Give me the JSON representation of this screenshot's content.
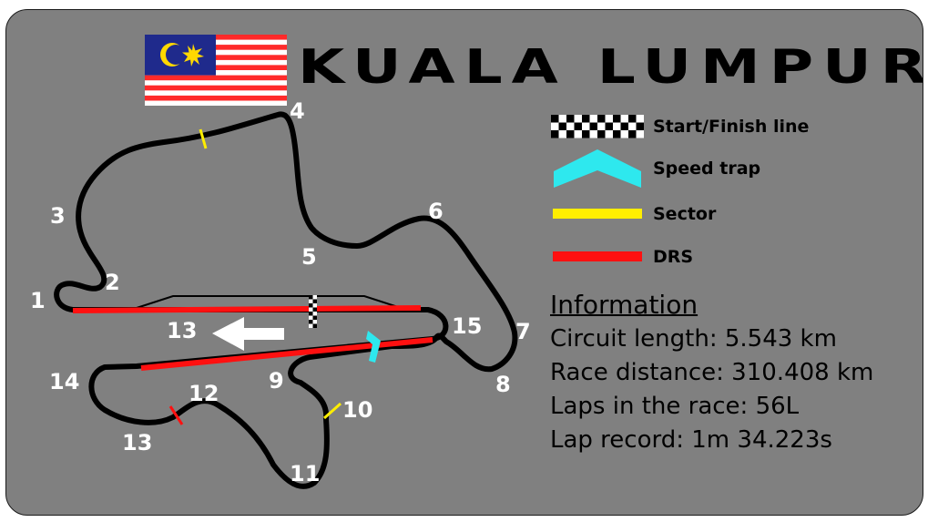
{
  "title": "KUALA LUMPUR",
  "flag": {
    "name": "malaysia-flag-icon",
    "colors": {
      "red": "#ff2a2a",
      "white": "#ffffff",
      "blue": "#1f2a8c",
      "yellow": "#ffd800"
    }
  },
  "legend": [
    {
      "icon": "checkered-flag-icon",
      "label": "Start/Finish line"
    },
    {
      "icon": "speed-trap-icon",
      "label": "Speed trap",
      "color": "#2ee8ee"
    },
    {
      "icon": "sector-line-icon",
      "label": "Sector",
      "color": "#ffee00"
    },
    {
      "icon": "drs-line-icon",
      "label": "DRS",
      "color": "#ff1010"
    }
  ],
  "info": {
    "heading": "Information",
    "lines": [
      "Circuit length: 5.543 km",
      "Race distance: 310.408 km",
      "Laps in the race: 56L",
      "Lap record: 1m 34.223s"
    ]
  },
  "turns": [
    "1",
    "2",
    "3",
    "4",
    "5",
    "6",
    "7",
    "8",
    "9",
    "10",
    "11",
    "12",
    "13",
    "14",
    "15",
    "13"
  ],
  "colors": {
    "background": "#808080",
    "track": "#000000",
    "drs": "#ff1010",
    "sector": "#ffee00",
    "speed_trap": "#2ee8ee",
    "labels": "#ffffff"
  }
}
